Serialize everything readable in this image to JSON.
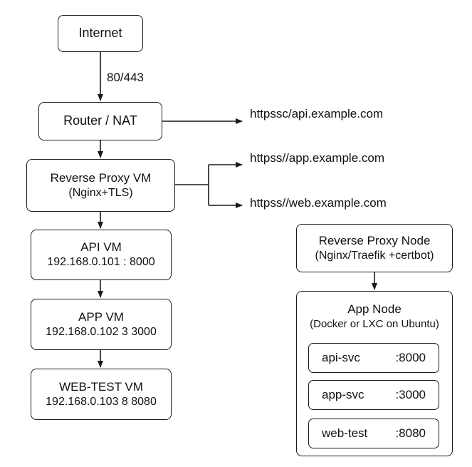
{
  "nodes": {
    "internet": {
      "label": "Internet"
    },
    "router": {
      "label": "Router / NAT"
    },
    "proxy_vm": {
      "line1": "Reverse Proxy VM",
      "line2": "(Nginx+TLS)"
    },
    "api_vm": {
      "line1": "API VM",
      "line2": "192.168.0.101 : 8000"
    },
    "app_vm": {
      "line1": "APP VM",
      "line2": "192.168.0.102 3 3000"
    },
    "webtest_vm": {
      "line1": "WEB-TEST VM",
      "line2": "192.168.0.103 8 8080"
    },
    "proxy_node": {
      "line1": "Reverse Proxy Node",
      "line2": "(Nginx/Traefik +certbot)"
    },
    "app_node": {
      "line1": "App Node",
      "line2": "(Docker or LXC on Ubuntu)",
      "services": [
        {
          "name": "api-svc",
          "port": ":8000"
        },
        {
          "name": "app-svc",
          "port": ":3000"
        },
        {
          "name": "web-test",
          "port": ":8080"
        }
      ]
    }
  },
  "edges": {
    "internet_router_label": "80/443",
    "url_api": "httpssc/api.example.com",
    "url_app": "httpss//app.example.com",
    "url_web": "httpss//web.example.com"
  }
}
